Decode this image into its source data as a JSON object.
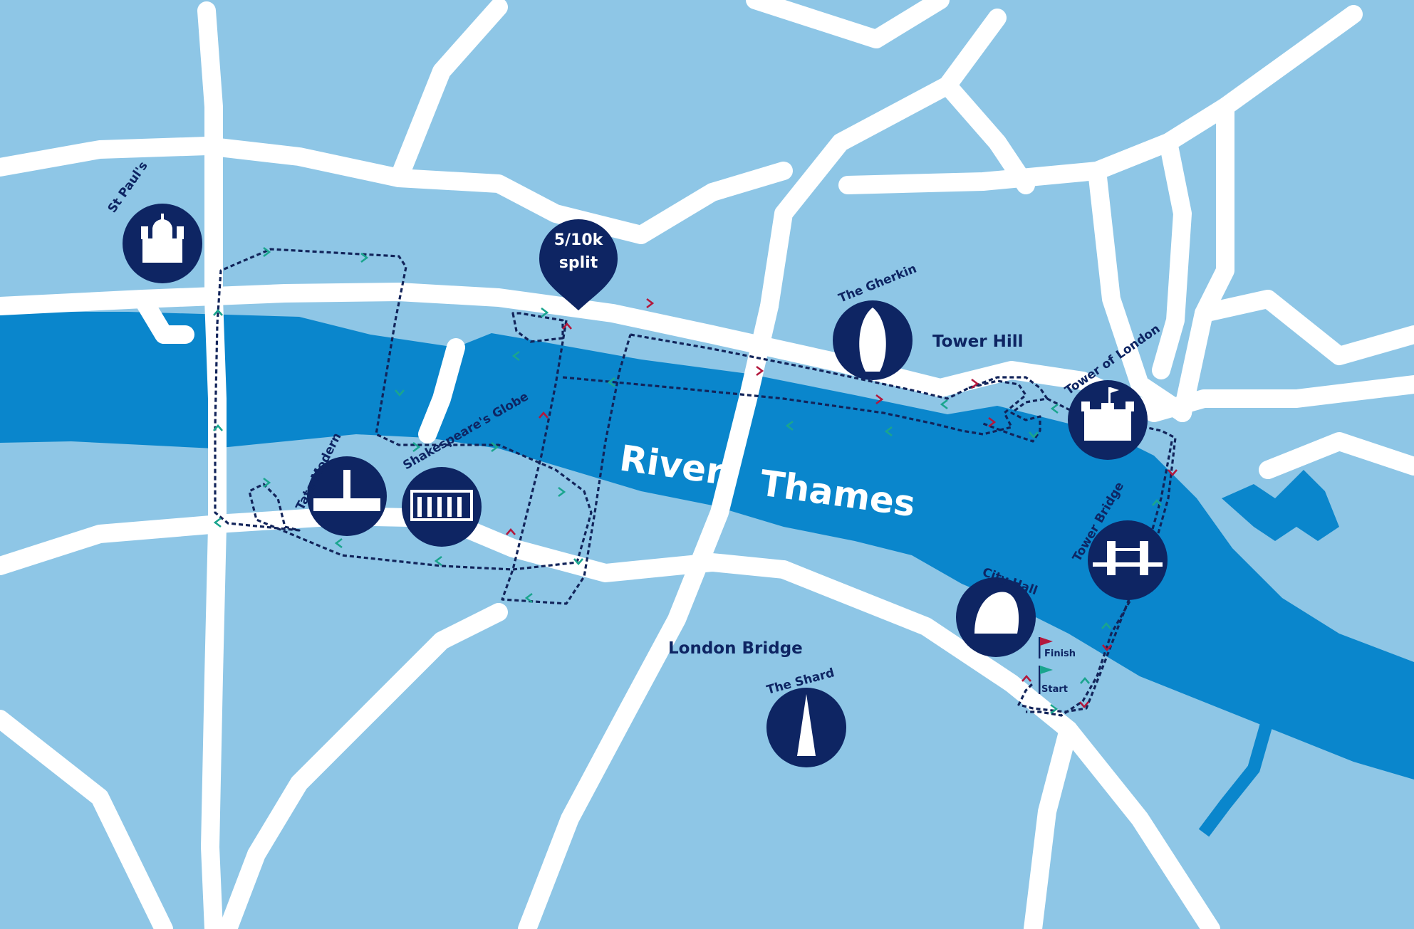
{
  "map": {
    "river_label_1": "River",
    "river_label_2": "Thames",
    "split_marker": {
      "line1": "5/10k",
      "line2": "split"
    },
    "area_labels": {
      "tower_hill": "Tower Hill",
      "london_bridge": "London Bridge"
    },
    "landmarks": {
      "st_pauls": "St Paul's",
      "tate_modern": "Tate Modern",
      "shakespeares_globe": "Shakespeare's Globe",
      "the_gherkin": "The Gherkin",
      "tower_of_london": "Tower of London",
      "tower_bridge": "Tower Bridge",
      "city_hall": "City Hall",
      "the_shard": "The Shard"
    },
    "flags": {
      "finish": "Finish",
      "start": "Start"
    },
    "colors": {
      "land": "#8ec6e6",
      "river": "#0a86cc",
      "roads": "#ffffff",
      "route": "#12245a",
      "landmark": "#0e2563",
      "arrow_outbound": "#1aa58e",
      "arrow_return": "#b3183c"
    }
  }
}
